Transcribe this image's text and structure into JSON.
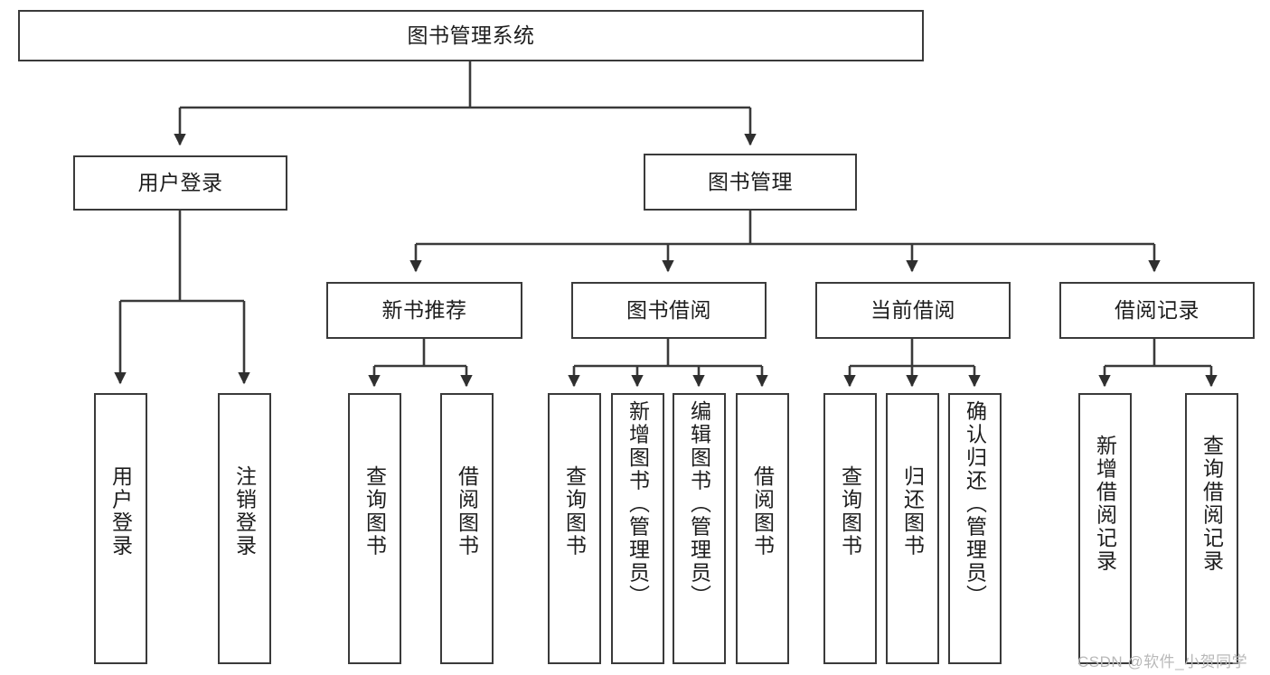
{
  "diagram": {
    "title": "图书管理系统",
    "type": "hierarchy-tree",
    "colors": {
      "background": "#ffffff",
      "stroke": "#3a3a3a",
      "text": "#1d1d1d",
      "watermark": "#b9b9b9"
    },
    "root": {
      "label": "图书管理系统"
    },
    "level1": [
      {
        "label": "用户登录"
      },
      {
        "label": "图书管理"
      }
    ],
    "level2": [
      {
        "label": "新书推荐"
      },
      {
        "label": "图书借阅"
      },
      {
        "label": "当前借阅"
      },
      {
        "label": "借阅记录"
      }
    ],
    "leaves": {
      "user_login": [
        {
          "label": "用户登录"
        },
        {
          "label": "注销登录"
        }
      ],
      "new_book_recommend": [
        {
          "label": "查询图书"
        },
        {
          "label": "借阅图书"
        }
      ],
      "book_borrow": [
        {
          "label": "查询图书"
        },
        {
          "label": "新增图书（管理员）"
        },
        {
          "label": "编辑图书（管理员）"
        },
        {
          "label": "借阅图书"
        }
      ],
      "current_borrow": [
        {
          "label": "查询图书"
        },
        {
          "label": "归还图书"
        },
        {
          "label": "确认归还（管理员）"
        }
      ],
      "borrow_records": [
        {
          "label": "新增借阅记录"
        },
        {
          "label": "查询借阅记录"
        }
      ]
    },
    "watermark": "CSDN @软件_小贺同学"
  }
}
